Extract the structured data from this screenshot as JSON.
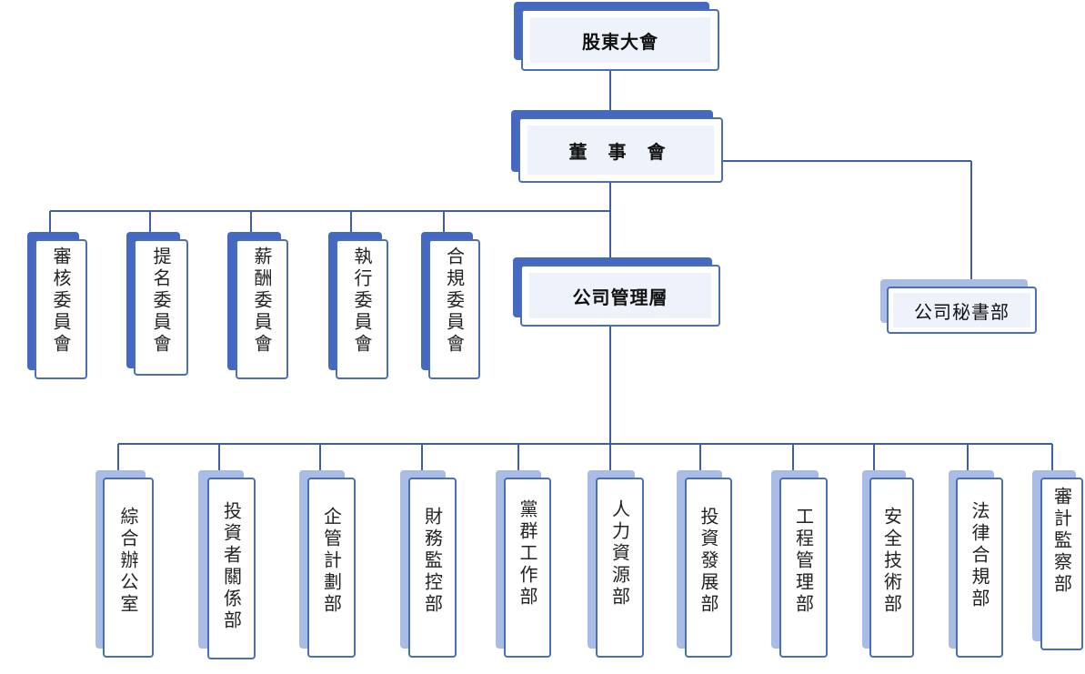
{
  "colors": {
    "line": "#3d5fa8",
    "border": "#4a6fb5",
    "shadow_dark": "#4568c0",
    "shadow_light": "#a9bce6",
    "fill": "#eef2fa"
  },
  "org": {
    "shareholders": "股東大會",
    "board": "董 事 會",
    "management": "公司管理層",
    "secretariat": "公司秘書部",
    "committees": [
      "審核委員會",
      "提名委員會",
      "薪酬委員會",
      "執行委員會",
      "合規委員會"
    ],
    "departments": [
      "綜合辦公室",
      "投資者關係部",
      "企管計劃部",
      "財務監控部",
      "黨群工作部",
      "人力資源部",
      "投資發展部",
      "工程管理部",
      "安全技術部",
      "法律合規部",
      "審計監察部"
    ]
  }
}
